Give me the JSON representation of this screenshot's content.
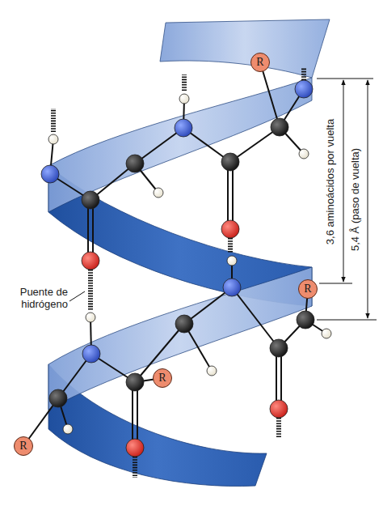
{
  "diagram": {
    "nodes": [
      {
        "text": [
          "R"
        ]
      },
      {
        "text": [
          "R"
        ]
      },
      {
        "text": [
          "R"
        ]
      },
      {
        "text": [
          "R"
        ]
      }
    ],
    "labels": [
      "Puente de hidrógeno",
      "3,6 aminoácidos por vuelta",
      "5,4 Å (paso de vuelta)"
    ]
  }
}
